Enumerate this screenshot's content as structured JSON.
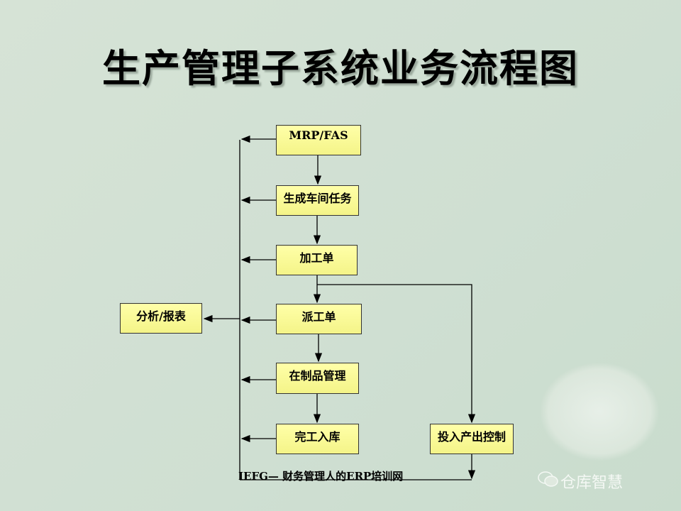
{
  "title": "生产管理子系统业务流程图",
  "nodes": {
    "mrp": "MRP/FAS",
    "task": "生成车间任务",
    "process_order": "加工单",
    "dispatch": "派工单",
    "wip": "在制品管理",
    "completion": "完工入库",
    "io_control": "投入产出控制",
    "analysis": "分析/报表"
  },
  "footer": "IEFG— 财务管理人的ERP培训网",
  "watermark": "仓库智慧",
  "colors": {
    "box": "#f8f894",
    "background": "#d2e0d4"
  }
}
